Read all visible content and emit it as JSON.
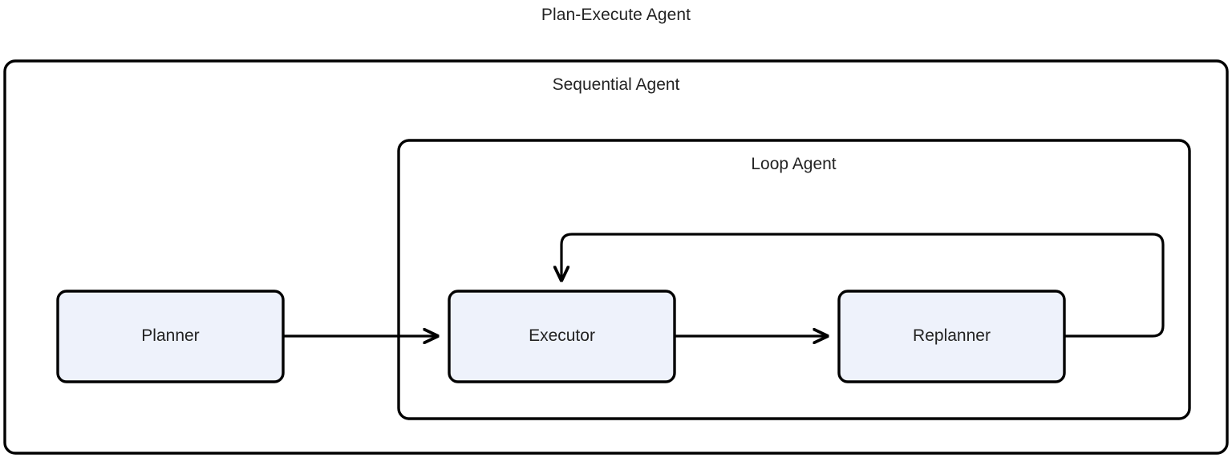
{
  "diagram": {
    "title": "Plan-Execute Agent",
    "background_color": "#ffffff",
    "stroke_color": "#000000",
    "text_color": "#232323",
    "node_fill": "#eef2fb",
    "groups": [
      {
        "id": "sequential",
        "label": "Sequential Agent"
      },
      {
        "id": "loop",
        "label": "Loop Agent"
      }
    ],
    "nodes": [
      {
        "id": "planner",
        "label": "Planner"
      },
      {
        "id": "executor",
        "label": "Executor"
      },
      {
        "id": "replanner",
        "label": "Replanner"
      }
    ],
    "edges": [
      {
        "from": "planner",
        "to": "executor",
        "style": "arrow"
      },
      {
        "from": "executor",
        "to": "replanner",
        "style": "arrow"
      },
      {
        "from": "replanner",
        "to": "executor",
        "style": "feedback-loop-arrow"
      }
    ]
  }
}
